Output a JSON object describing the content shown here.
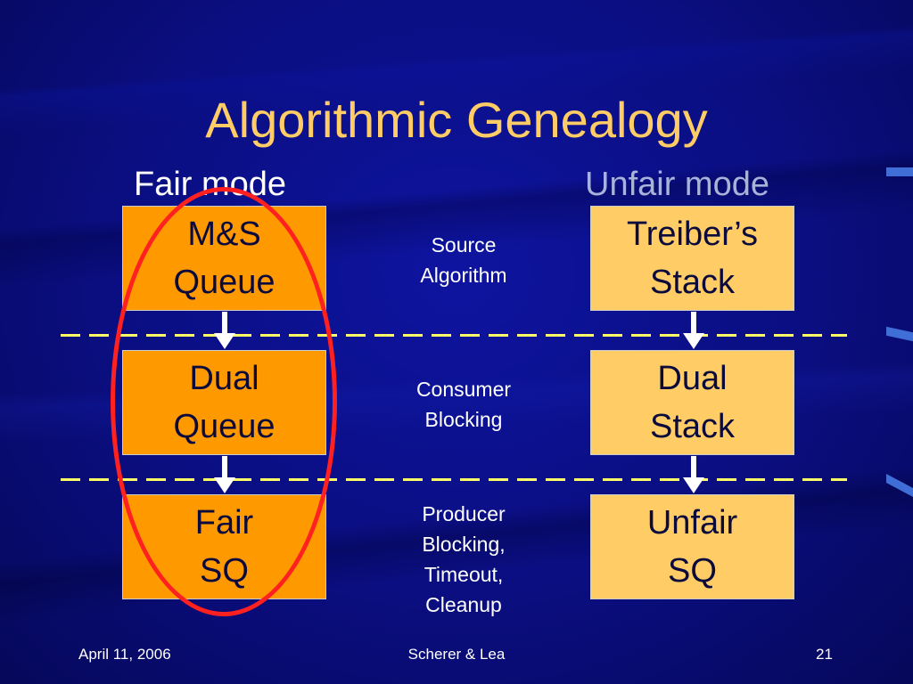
{
  "title": "Algorithmic Genealogy",
  "columns": {
    "fair": "Fair mode",
    "unfair": "Unfair mode"
  },
  "rows": [
    {
      "left": [
        "M&S",
        "Queue"
      ],
      "description": [
        "Source",
        "Algorithm"
      ],
      "right": [
        "Treiber’s",
        "Stack"
      ]
    },
    {
      "left": [
        "Dual",
        "Queue"
      ],
      "description": [
        "Consumer",
        "Blocking"
      ],
      "right": [
        "Dual",
        "Stack"
      ]
    },
    {
      "left": [
        "Fair",
        "SQ"
      ],
      "description": [
        "Producer",
        "Blocking,",
        "Timeout,",
        "Cleanup"
      ],
      "right": [
        "Unfair",
        "SQ"
      ]
    }
  ],
  "footer": {
    "date": "April 11, 2006",
    "authors": "Scherer & Lea",
    "slide_number": "21"
  },
  "colors": {
    "fair_box": "#ff9900",
    "unfair_box": "#ffcc66",
    "title": "#ffcc66",
    "divider": "#ffff66",
    "highlight_oval": "#ff2020"
  }
}
